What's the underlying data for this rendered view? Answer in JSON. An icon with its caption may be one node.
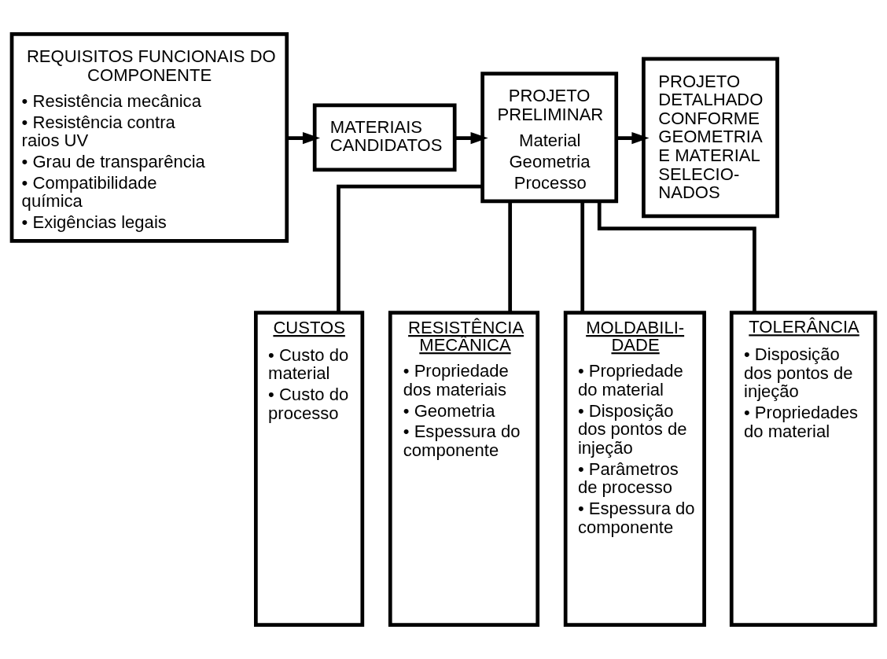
{
  "diagram": {
    "nodes": [
      {
        "text": [
          "REQUISITOS FUNCIONAIS DO COMPONENTE",
          "• Resistência mecânica",
          "• Resistência contra raios UV",
          "• Grau de transparência",
          "• Compatibilidade química",
          "• Exigências legais"
        ]
      },
      {
        "text": [
          "MATERIAIS CANDIDATOS"
        ]
      },
      {
        "text": [
          "PROJETO PRELIMINAR",
          "Material",
          "Geometria",
          "Processo"
        ]
      },
      {
        "text": [
          "PROJETO DETALHADO CONFORME GEOMETRIA E MATERIAL SELECIO- NADOS"
        ]
      },
      {
        "text": [
          "CUSTOS",
          "• Custo do material",
          "• Custo do processo"
        ]
      },
      {
        "text": [
          "RESISTÊNCIA MECÂNICA",
          "• Propriedade dos materiais",
          "• Geometria",
          "• Espessura do componente"
        ]
      },
      {
        "text": [
          "MOLDABILI- DADE",
          "• Propriedade do material",
          "• Disposição dos pontos de injeção",
          "• Parâmetros de processo",
          "• Espessura do componente"
        ]
      },
      {
        "text": [
          "TOLERÂNCIA",
          "• Disposição dos pontos de injeção",
          "• Propriedades do material"
        ]
      }
    ],
    "edges": [
      {
        "from": 0,
        "to": 1,
        "arrow": "to"
      },
      {
        "from": 1,
        "to": 2,
        "arrow": "to"
      },
      {
        "from": 2,
        "to": 3,
        "arrow": "to"
      },
      {
        "from": 2,
        "to": 4,
        "arrow": "none"
      },
      {
        "from": 2,
        "to": 5,
        "arrow": "none"
      },
      {
        "from": 2,
        "to": 6,
        "arrow": "none"
      },
      {
        "from": 2,
        "to": 7,
        "arrow": "none"
      }
    ]
  }
}
